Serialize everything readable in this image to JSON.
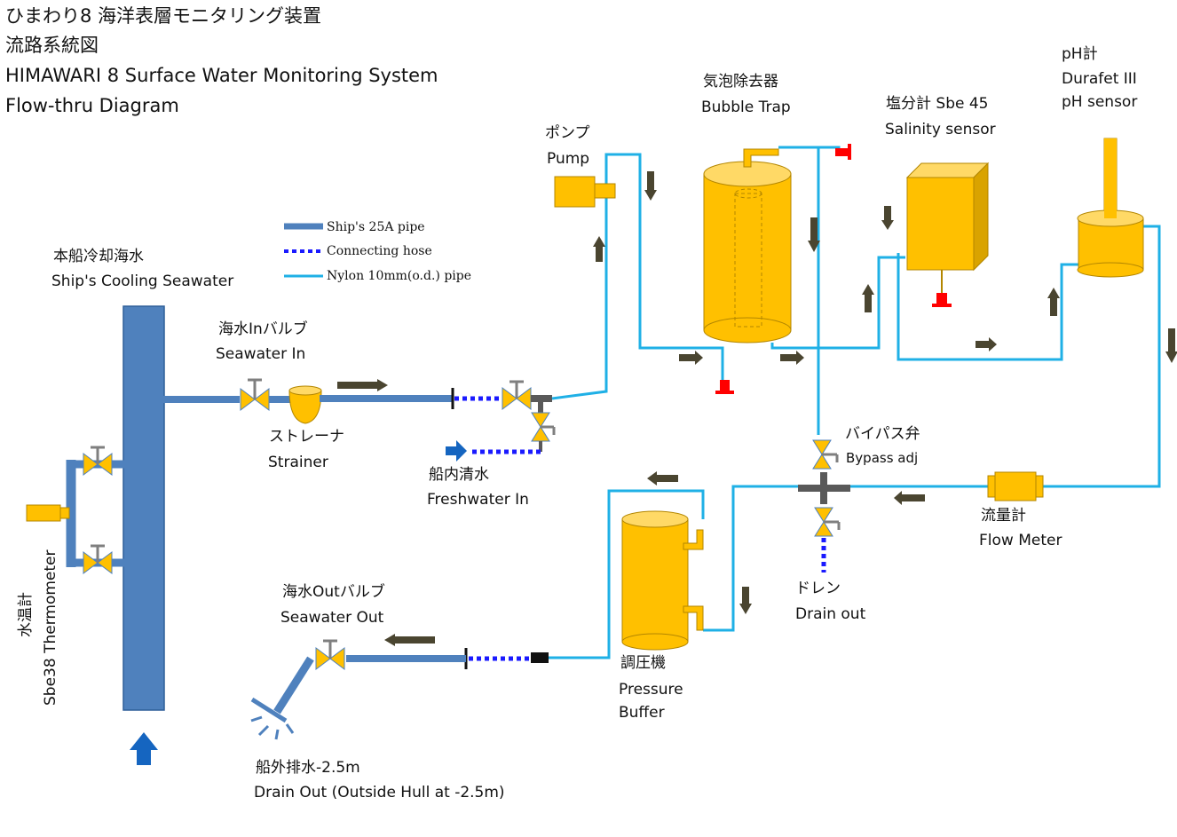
{
  "title": {
    "line1": "ひまわり8 海洋表層モニタリング装置",
    "line2": "流路系統図",
    "line3": "HIMAWARI 8  Surface Water Monitoring System",
    "line4": "Flow-thru Diagram"
  },
  "legend": {
    "ship_pipe": "Ship's 25A pipe",
    "hose": "Connecting hose",
    "nylon": "Nylon 10mm(o.d.) pipe"
  },
  "labels": {
    "cooling_jp": "本船冷却海水",
    "cooling_en": "Ship's Cooling Seawater",
    "valve_in_jp": "海水Inバルブ",
    "valve_in_en": "Seawater In",
    "strainer_jp": "ストレーナ",
    "strainer_en": "Strainer",
    "fresh_jp": "船内清水",
    "fresh_en": "Freshwater In",
    "pump_jp": "ポンプ",
    "pump_en": "Pump",
    "bubble_jp": "気泡除去器",
    "bubble_en": "Bubble Trap",
    "salinity_jp": "塩分計 Sbe 45",
    "salinity_en": "Salinity sensor",
    "ph_jp": "pH計",
    "ph_en1": "Durafet III",
    "ph_en2": "pH sensor",
    "bypass_jp": "バイパス弁",
    "bypass_en": "Bypass adj",
    "flow_jp": "流量計",
    "flow_en": "Flow Meter",
    "drain_jp": "ドレン",
    "drain_en": "Drain out",
    "buffer_jp": "調圧機",
    "buffer_en1": "Pressure",
    "buffer_en2": "Buffer",
    "valve_out_jp": "海水Outバルブ",
    "valve_out_en": "Seawater Out",
    "hull_jp": "船外排水-2.5m",
    "hull_en": "Drain Out  (Outside Hull at -2.5m)",
    "thermo_jp": "水温計",
    "thermo_en": "Sbe38  Thermometer"
  },
  "colors": {
    "ship_pipe": "#4f81bd",
    "nylon": "#1fb0e6",
    "hose": "#1a1aff",
    "device": "#ffc000",
    "drain_cap": "#ff0000",
    "arrow": "#4a4530"
  }
}
